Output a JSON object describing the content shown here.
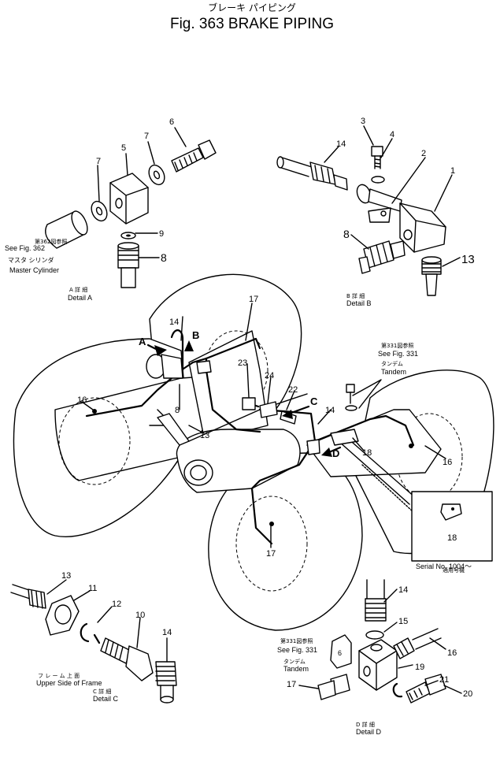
{
  "title": {
    "japanese": "ブレーキ パイピング",
    "english": "Fig. 363 BRAKE PIPING"
  },
  "details": {
    "a": {
      "japanese": "A 詳 細",
      "english": "Detail A"
    },
    "b": {
      "japanese": "B 詳 細",
      "english": "Detail B"
    },
    "c": {
      "japanese": "C 詳 細",
      "english": "Detail C"
    },
    "d": {
      "japanese": "D 詳 細",
      "english": "Detail D"
    }
  },
  "notes": {
    "fig362_jp": "第362図参照",
    "fig362_en": "See Fig. 362",
    "master_jp": "マスタ シリンダ",
    "master_en": "Master Cylinder",
    "fig331_jp": "第331図参照",
    "fig331_en": "See Fig. 331",
    "tandem_jp": "タンデム",
    "tandem_en": "Tandem",
    "fig331b_jp": "第331図参照",
    "fig331b_en": "See Fig. 331",
    "tandem2_jp": "タンデム",
    "tandem2_en": "Tandem",
    "frame_jp": "フ レ ー ム 上 面",
    "frame_en": "Upper Side of Frame",
    "serial_jp": "適用号機",
    "serial_en": "Serial No. 1004～"
  },
  "view_letters": [
    "A",
    "B",
    "C",
    "D"
  ],
  "part_numbers": {
    "p1": "1",
    "p2": "2",
    "p3": "3",
    "p4": "4",
    "p5": "5",
    "p6": "6",
    "p7a": "7",
    "p7b": "7",
    "p8a": "8",
    "p8b": "8",
    "p8c": "8",
    "p9": "9",
    "p10": "10",
    "p11": "11",
    "p12": "12",
    "p13a": "13",
    "p13b": "13",
    "p13c": "13",
    "p14a": "14",
    "p14b": "14",
    "p14c": "14",
    "p14d": "14",
    "p14e": "14",
    "p15": "15",
    "p16a": "16",
    "p16b": "16",
    "p16c": "16",
    "p17a": "17",
    "p17b": "17",
    "p18a": "18",
    "p18b": "18",
    "p19": "19",
    "p20": "20",
    "p21": "21",
    "p22": "22",
    "p23": "23",
    "p24": "24",
    "p6mark": "6"
  }
}
